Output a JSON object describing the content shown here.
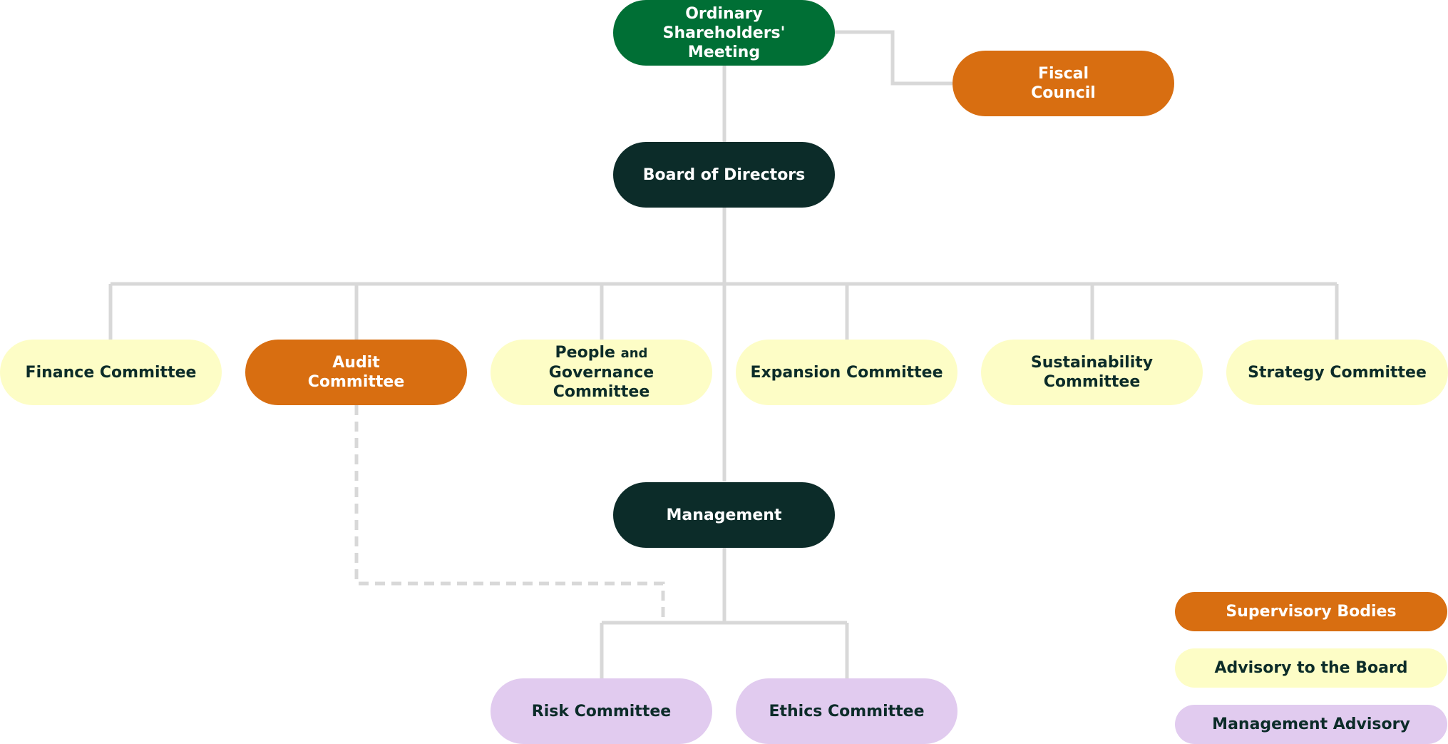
{
  "colors": {
    "shareholders": "#006f35",
    "dark": "#0c2c29",
    "supervisory": "#d86e11",
    "advisory_board": "#fdfdc6",
    "management_advisory": "#e1cbef",
    "connector": "#d8d8d8",
    "text_light": "#ffffff",
    "text_dark": "#0c2c29"
  },
  "nodes": {
    "shareholders_meeting": "Ordinary\nShareholders' Meeting",
    "fiscal_council": "Fiscal\nCouncil",
    "board_of_directors": "Board of Directors",
    "finance_committee": "Finance Committee",
    "audit_committee": "Audit\nCommittee",
    "people_governance": {
      "part1": "People ",
      "part2": "and",
      "part3": " Governance\nCommittee"
    },
    "expansion_committee": "Expansion Committee",
    "sustainability_committee": "Sustainability\nCommittee",
    "strategy_committee": "Strategy Committee",
    "management": "Management",
    "risk_committee": "Risk Committee",
    "ethics_committee": "Ethics Committee"
  },
  "legend": {
    "supervisory": "Supervisory Bodies",
    "advisory_board": "Advisory to the Board",
    "management_advisory": "Management Advisory"
  }
}
